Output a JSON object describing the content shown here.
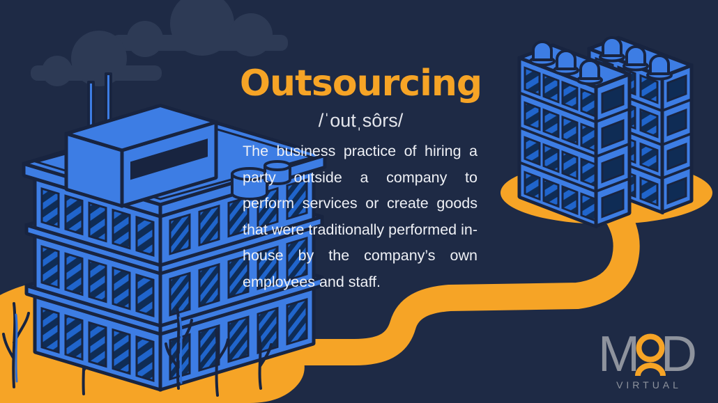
{
  "title": "Outsourcing",
  "pronunciation": "/ˈoutˌsôrs/",
  "definition": "The business practice of hiring a party outside a company to perform services or create goods that were traditionally performed in-house by the company’s own employees and staff.",
  "logo": {
    "m": "M",
    "d": "D",
    "subtext": "VIRTUAL",
    "icon": "person-o-icon"
  },
  "icons": {
    "clouds": "cloud-icon",
    "left_illustration": "office-building-on-island",
    "right_illustration": "tower-buildings-on-island",
    "road": "connecting-road"
  },
  "colors": {
    "background": "#1e2a45",
    "cloud": "#2d3a55",
    "accent_orange": "#f6a426",
    "building_blue": "#3d7de4",
    "ink": "#182440",
    "window_base": "#0f2c55",
    "window_stripe": "#2065cc",
    "text_light": "#eef0f5",
    "logo_gray": "#8e939d"
  }
}
